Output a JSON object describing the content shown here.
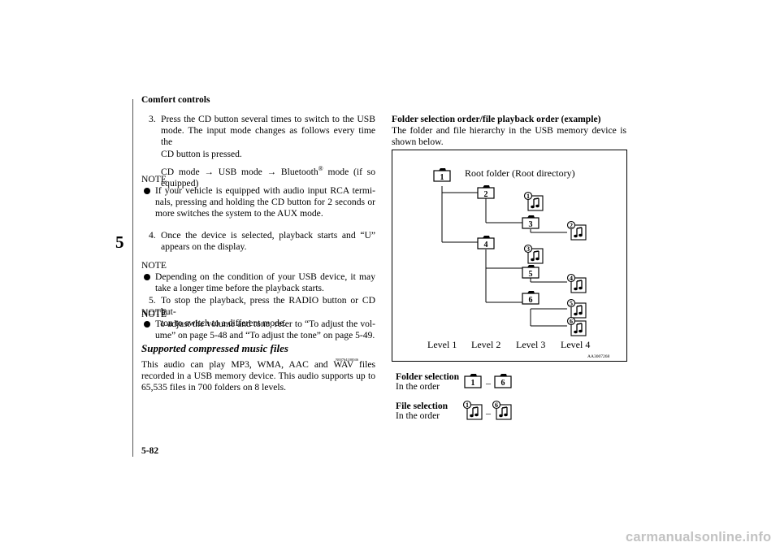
{
  "header": {
    "section": "Comfort controls",
    "page_number": "5-82",
    "chapter_tab": "5"
  },
  "left": {
    "step3_num": "3.",
    "step3_line1": "Press the CD button several times to switch to the USB",
    "step3_line2": "mode. The input mode changes as follows every time the",
    "step3_line3": "CD button is pressed.",
    "mode_line_a": "CD mode → USB mode → Bluetooth",
    "mode_line_reg": "®",
    "mode_line_b": " mode (if so",
    "mode_line2": "equipped)",
    "note1_label": "NOTE",
    "note1_line1": "If your vehicle is equipped with audio input RCA termi-",
    "note1_line2": "nals, pressing and holding the CD button for 2 seconds or",
    "note1_line3": "more switches the system to the AUX mode.",
    "step4_num": "4.",
    "step4_line1": "Once the device is selected, playback starts and “U”",
    "step4_line2": "appears on the display.",
    "note2_label": "NOTE",
    "note2_line1": "Depending on the condition of your USB device, it may",
    "note2_line2": "take a longer time before the playback starts.",
    "step5_num": "5.",
    "step5_line1": "To stop the playback, press the RADIO button or CD but-",
    "step5_line2": "ton to switch to a different mode.",
    "note3_label": "NOTE",
    "note3_line1": "To adjust the volume and tone, refer to “To adjust the vol-",
    "note3_line2": "ume” on page 5-48 and “To adjust the tone” on page 5-49.",
    "section_title": "Supported compressed music files",
    "section_code": "N00764100046",
    "para_line1": "This audio can play MP3, WMA, AAC and WAV files",
    "para_line2": "recorded in a USB memory device. This audio supports up to",
    "para_line3": "65,535 files in 700 folders on 8 levels."
  },
  "right": {
    "title": "Folder selection order/file playback order (example)",
    "intro_line1": "The folder and file hierarchy in the USB memory device is",
    "intro_line2": "shown below.",
    "diagram": {
      "root_label": "Root folder (Root directory)",
      "levels": [
        "Level 1",
        "Level 2",
        "Level 3",
        "Level 4"
      ],
      "code": "AA3007268",
      "folders": [
        "1",
        "2",
        "3",
        "4",
        "5",
        "6"
      ],
      "files": [
        "1",
        "2",
        "3",
        "4",
        "5",
        "6"
      ]
    },
    "folder_sel_title": "Folder selection",
    "folder_sel_sub": "In the order",
    "folder_sel_from": "1",
    "folder_sel_to": "6",
    "dash": "–",
    "file_sel_title": "File selection",
    "file_sel_sub": "In the order",
    "file_sel_from": "1",
    "file_sel_to": "6"
  },
  "footer": {
    "watermark": "carmanualsonline.info"
  }
}
